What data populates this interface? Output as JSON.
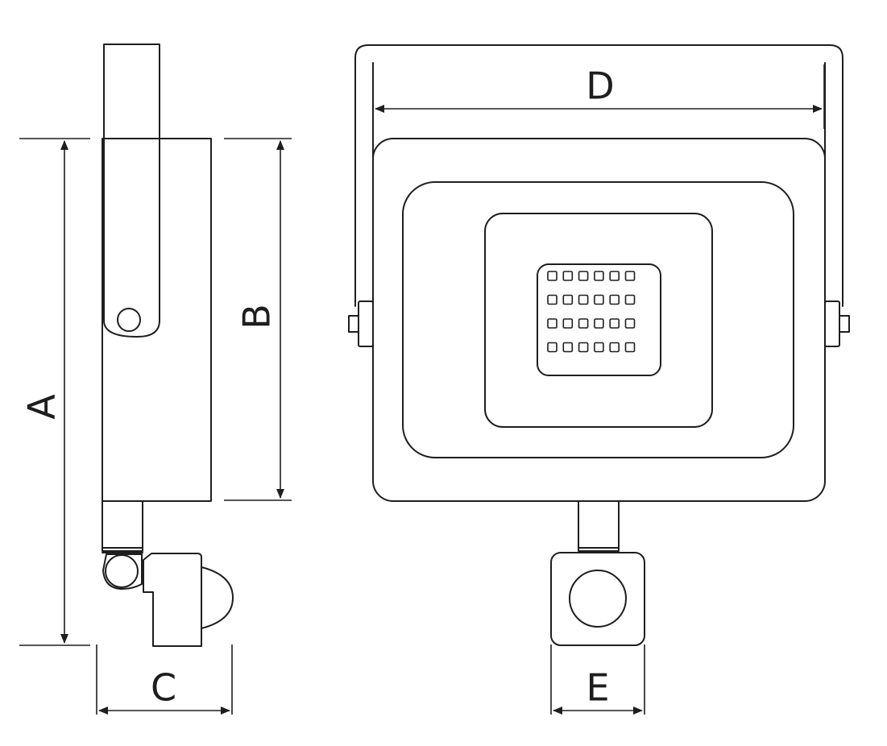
{
  "labels": {
    "A": "A",
    "B": "B",
    "C": "C",
    "D": "D",
    "E": "E"
  },
  "colors": {
    "line": "#1e1e1e",
    "background": "#ffffff"
  }
}
